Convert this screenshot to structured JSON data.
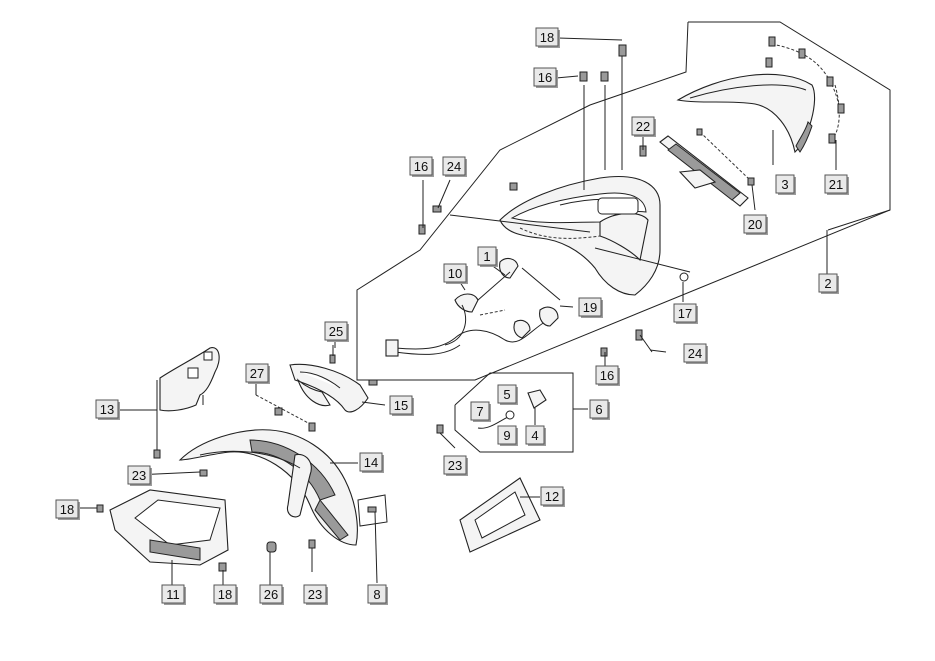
{
  "callouts": [
    {
      "id": "c18a",
      "text": "18"
    },
    {
      "id": "c16a",
      "text": "16"
    },
    {
      "id": "c22",
      "text": "22"
    },
    {
      "id": "c16b",
      "text": "16"
    },
    {
      "id": "c24a",
      "text": "24"
    },
    {
      "id": "c3",
      "text": "3"
    },
    {
      "id": "c21",
      "text": "21"
    },
    {
      "id": "c20",
      "text": "20"
    },
    {
      "id": "c1",
      "text": "1"
    },
    {
      "id": "c2",
      "text": "2"
    },
    {
      "id": "c10",
      "text": "10"
    },
    {
      "id": "c19",
      "text": "19"
    },
    {
      "id": "c17",
      "text": "17"
    },
    {
      "id": "c25",
      "text": "25"
    },
    {
      "id": "c24b",
      "text": "24"
    },
    {
      "id": "c16c",
      "text": "16"
    },
    {
      "id": "c27",
      "text": "27"
    },
    {
      "id": "c15",
      "text": "15"
    },
    {
      "id": "c13",
      "text": "13"
    },
    {
      "id": "c5",
      "text": "5"
    },
    {
      "id": "c6",
      "text": "6"
    },
    {
      "id": "c7",
      "text": "7"
    },
    {
      "id": "c9",
      "text": "9"
    },
    {
      "id": "c4",
      "text": "4"
    },
    {
      "id": "c23a",
      "text": "23"
    },
    {
      "id": "c14",
      "text": "14"
    },
    {
      "id": "c23b",
      "text": "23"
    },
    {
      "id": "c12",
      "text": "12"
    },
    {
      "id": "c18b",
      "text": "18"
    },
    {
      "id": "c11",
      "text": "11"
    },
    {
      "id": "c18c",
      "text": "18"
    },
    {
      "id": "c26",
      "text": "26"
    },
    {
      "id": "c23c",
      "text": "23"
    },
    {
      "id": "c8",
      "text": "8"
    }
  ]
}
